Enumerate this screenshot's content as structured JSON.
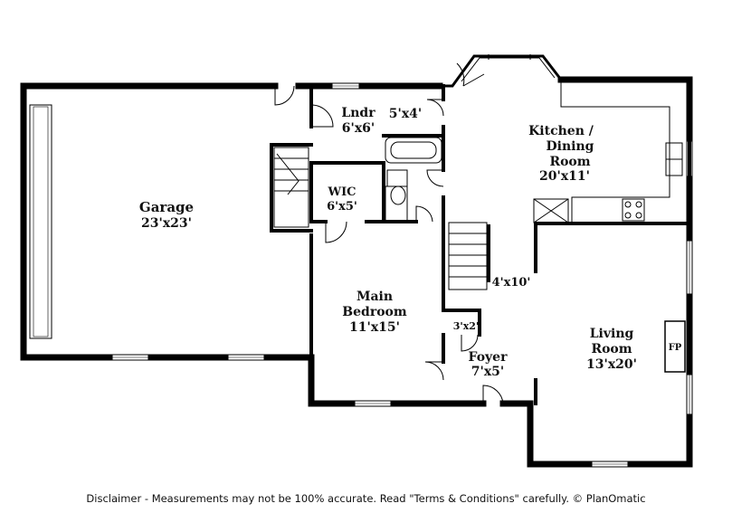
{
  "rooms": {
    "garage": {
      "name": "Garage",
      "dim": "23'x23'"
    },
    "laundry": {
      "name": "Lndr",
      "dim": "6'x6'"
    },
    "bath": {
      "dim": "5'x4'"
    },
    "kitchen": {
      "name1": "Kitchen /",
      "name2": "Dining",
      "name3": "Room",
      "dim": "20'x11'"
    },
    "wic": {
      "name": "WIC",
      "dim": "6'x5'"
    },
    "main_bedroom": {
      "name1": "Main",
      "name2": "Bedroom",
      "dim": "11'x15'"
    },
    "hall": {
      "dim": "4'x10'"
    },
    "closet": {
      "dim": "3'x2'"
    },
    "foyer": {
      "name": "Foyer",
      "dim": "7'x5'"
    },
    "living": {
      "name1": "Living",
      "name2": "Room",
      "dim": "13'x20'"
    },
    "fireplace": {
      "label": "FP"
    }
  },
  "footer": {
    "disclaimer": "Disclaimer - Measurements may not be 100% accurate. Read \"Terms & Conditions\" carefully. © PlanOmatic"
  }
}
